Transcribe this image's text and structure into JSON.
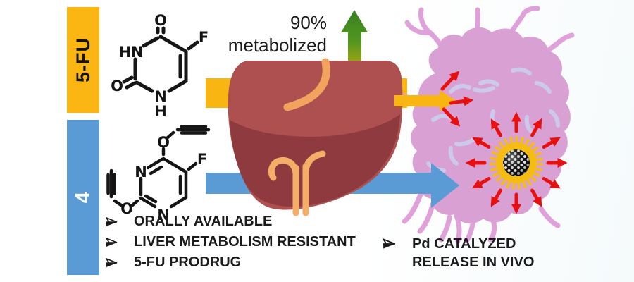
{
  "figure": {
    "type": "graphical-abstract",
    "banners": {
      "top_label": "5-FU",
      "bottom_label": "4"
    },
    "metabolism_label": {
      "line1": "90%",
      "line2": "metabolized"
    },
    "benefits": {
      "bullet_glyph": "➢",
      "items": [
        "ORALLY AVAILABLE",
        "LIVER METABOLISM RESISTANT",
        "5-FU PRODRUG"
      ]
    },
    "release_note": {
      "bullet_glyph": "➢",
      "line1": "Pd CATALYZED",
      "line2": "RELEASE IN VIVO"
    },
    "molecules": {
      "fluorouracil": {
        "atom_labels": {
          "hn": "HN",
          "o_top": "O",
          "o_left": "O",
          "n_bottom": "N",
          "h_bottom": "H",
          "f": "F"
        }
      },
      "compound4": {
        "atom_labels": {
          "n_left": "N",
          "n_bottom": "N",
          "o_top": "O",
          "o_bottom": "O",
          "f": "F"
        }
      }
    },
    "colors": {
      "banner_yellow": "#FBB614",
      "banner_blue": "#5B9BD5",
      "arrow_yellow": "#F9B511",
      "arrow_blue": "#5B9BD5",
      "arrow_green": "#3F8A28",
      "liver_main": "#AE4F50",
      "liver_lobe": "#8E3A3E",
      "vessel_orange": "#F5AE68",
      "cell_pink": "#D9A0D4",
      "release_red": "#E8100F",
      "nanoparticle_gold": "#F5BD12"
    }
  }
}
